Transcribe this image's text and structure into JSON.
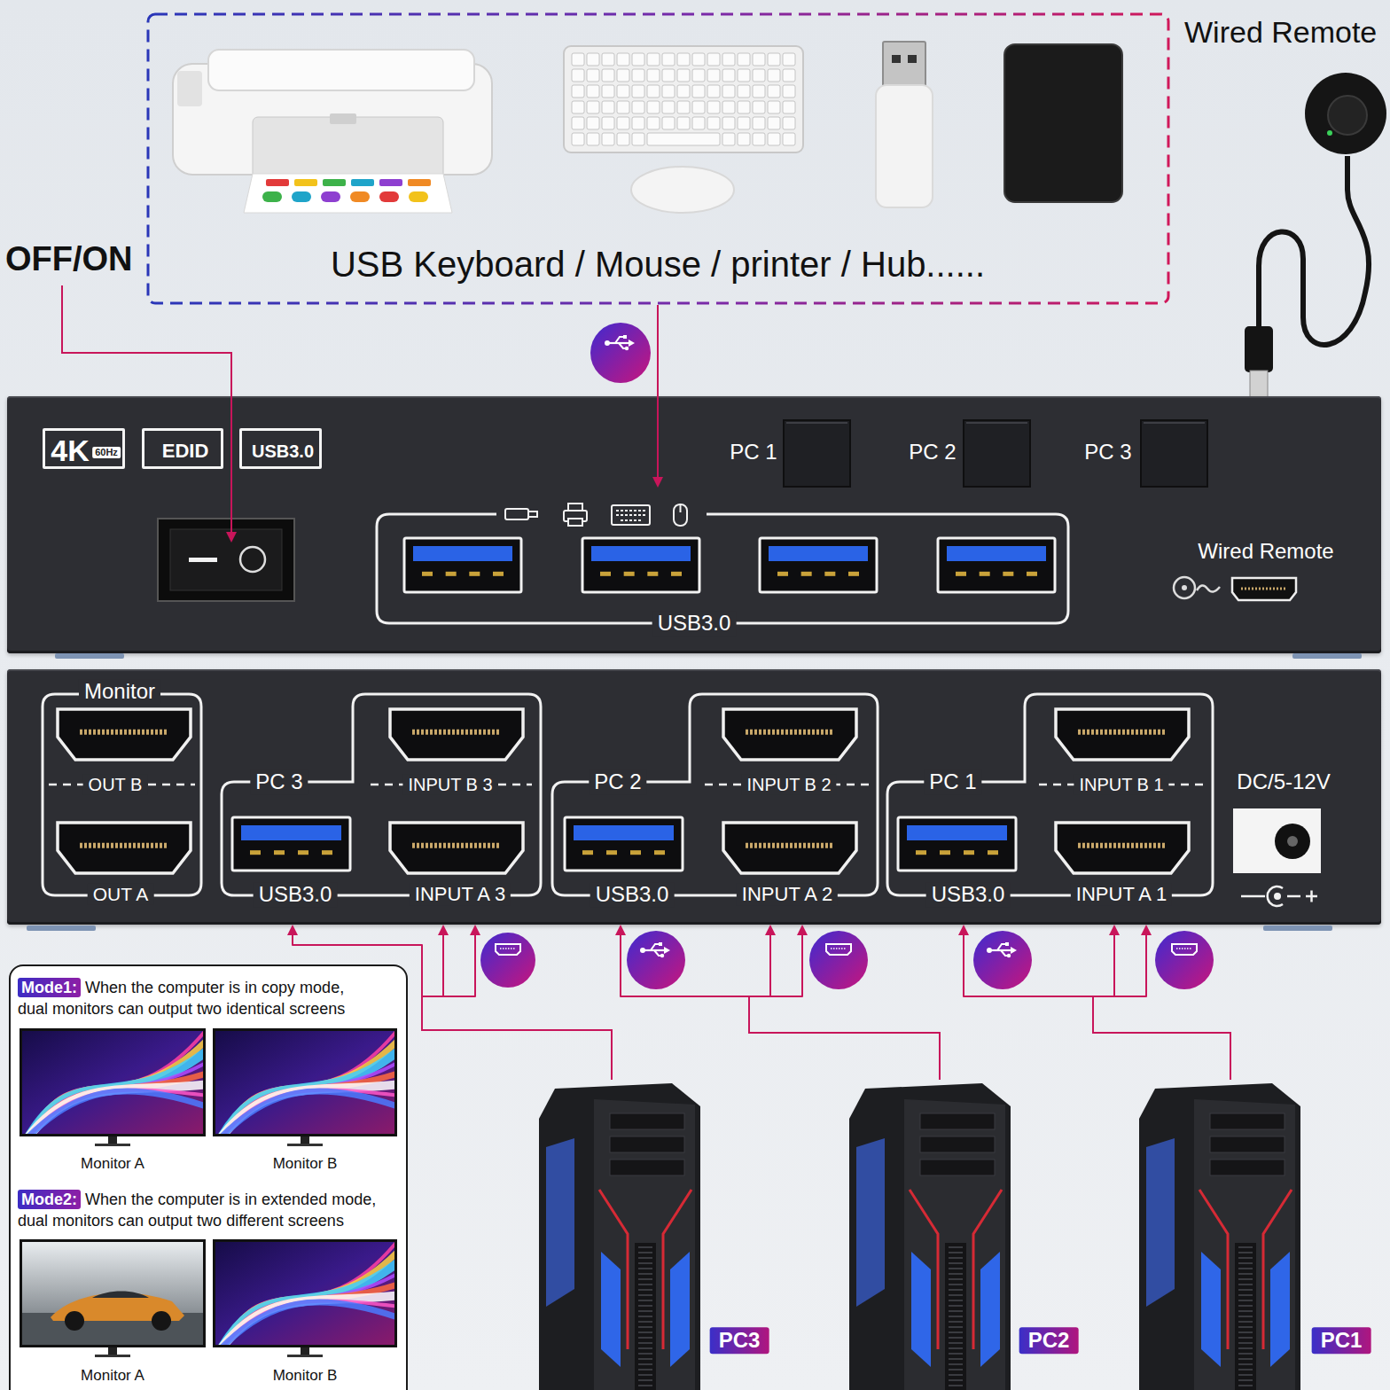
{
  "diagram": {
    "nodes": [
      {
        "text": [
          "USB Keyboard / Mouse / printer / Hub......"
        ]
      },
      {
        "text": [
          "PC 1",
          "PC 2",
          "PC 3",
          "Wired Remote"
        ]
      },
      {
        "text": [
          "4K",
          "60Hz"
        ],
        "in": 1
      },
      {
        "text": [
          "EDID"
        ],
        "in": 1
      },
      {
        "text": [
          "USB3.0"
        ],
        "in": 1
      },
      {
        "text": [
          "USB3.0"
        ],
        "in": 1
      },
      {
        "text": [
          "DC/5-12V"
        ]
      },
      {
        "text": [
          "Monitor",
          "OUT B",
          "OUT A"
        ],
        "in": 6
      },
      {
        "text": [
          "PC 3",
          "INPUT B 3",
          "USB3.0",
          "INPUT A 3"
        ],
        "in": 6
      },
      {
        "text": [
          "PC 2",
          "INPUT B 2",
          "USB3.0",
          "INPUT A 2"
        ],
        "in": 6
      },
      {
        "text": [
          "PC 1",
          "INPUT B 1",
          "USB3.0",
          "INPUT A 1"
        ],
        "in": 6
      },
      {
        "text": [
          "Mode1:",
          "When the computer is in copy mode, dual monitors can output two identical screens",
          "Monitor A",
          "Monitor B",
          "Mode2:",
          "When the computer is in extended mode, dual monitors can output two different screens",
          "Monitor A",
          "Monitor B"
        ]
      },
      {
        "text": [
          "PC3"
        ]
      },
      {
        "text": [
          "PC2"
        ]
      },
      {
        "text": [
          "PC1"
        ]
      }
    ],
    "edges": [
      {
        "from": 0,
        "to": 5,
        "arrow": "to",
        "label": "USB 3.0"
      },
      {
        "from": 12,
        "to": 8,
        "arrow": "to"
      },
      {
        "from": 12,
        "to": 8,
        "arrow": "to",
        "label": "HDMI"
      },
      {
        "from": 12,
        "to": 8,
        "arrow": "to"
      },
      {
        "from": 13,
        "to": 9,
        "arrow": "to",
        "label": "USB 3.0"
      },
      {
        "from": 13,
        "to": 9,
        "arrow": "to",
        "label": "HDMI"
      },
      {
        "from": 13,
        "to": 9,
        "arrow": "to"
      },
      {
        "from": 14,
        "to": 10,
        "arrow": "to",
        "label": "USB 3.0"
      },
      {
        "from": 14,
        "to": 10,
        "arrow": "to",
        "label": "HDMI"
      },
      {
        "from": 14,
        "to": 10,
        "arrow": "to"
      }
    ],
    "labels": [
      "Wired Remote",
      "OFF/ON"
    ]
  }
}
